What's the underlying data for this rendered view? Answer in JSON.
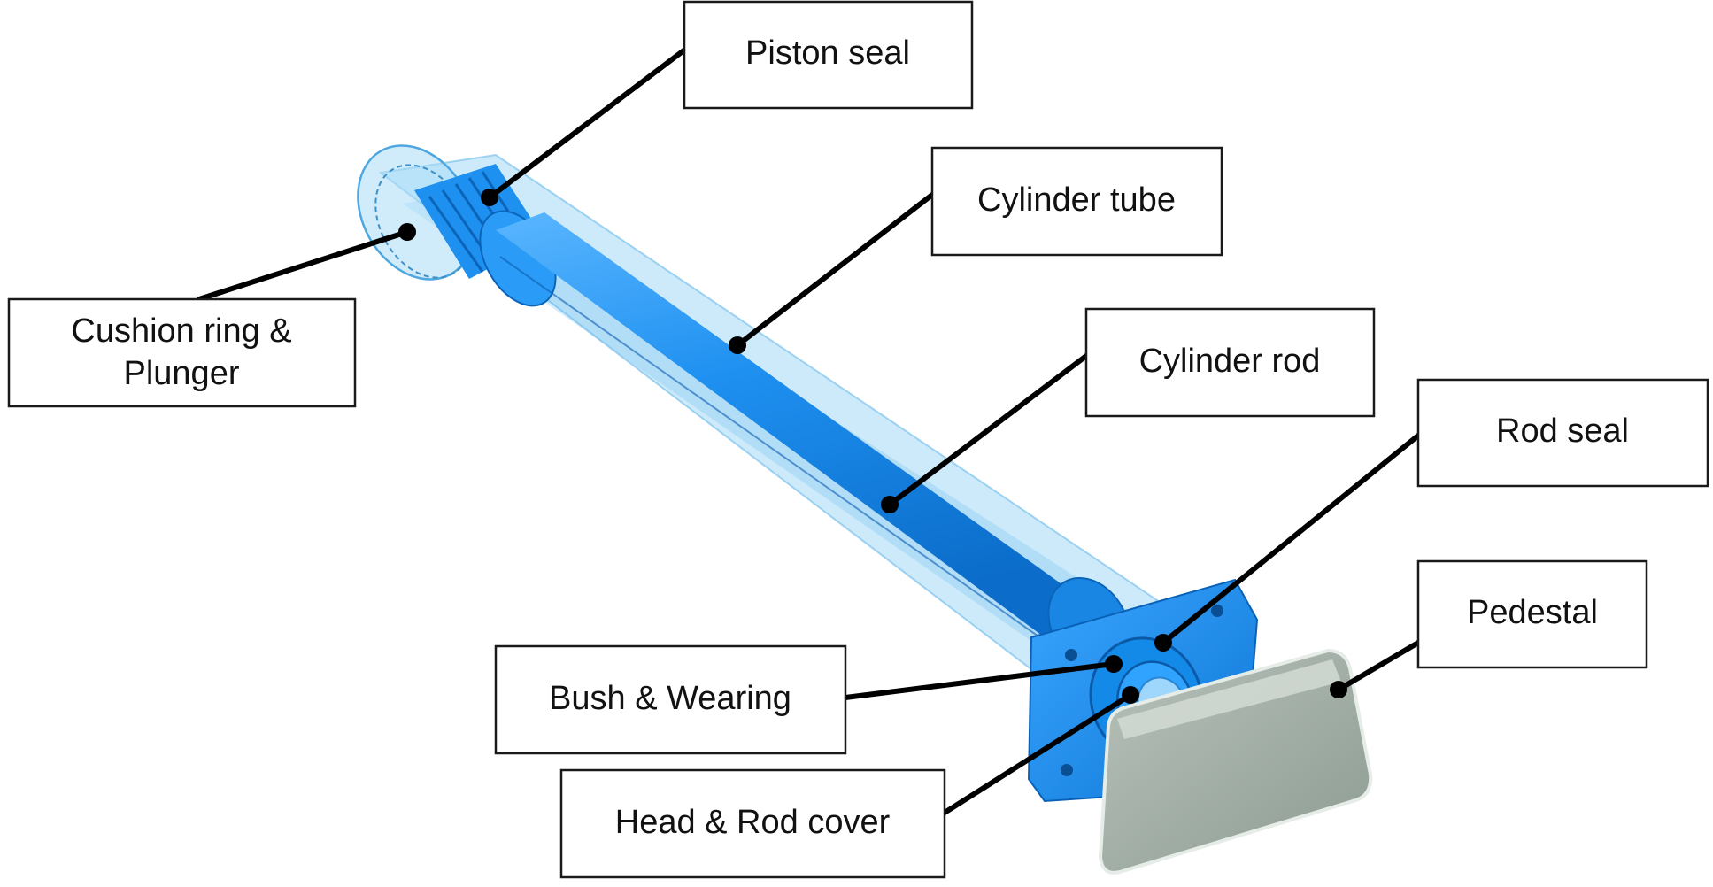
{
  "labels": {
    "piston_seal": "Piston seal",
    "cylinder_tube": "Cylinder tube",
    "cushion_line1": "Cushion ring &",
    "cushion_line2": "Plunger",
    "cylinder_rod": "Cylinder rod",
    "rod_seal": "Rod seal",
    "pedestal": "Pedestal",
    "bush_wearing": "Bush & Wearing",
    "head_rod_cover": "Head & Rod cover"
  },
  "colors": {
    "rod": "#1e90f0",
    "rod_dark": "#0a6fcf",
    "tube": "#7cc4f2",
    "flange": "#1c8ae6",
    "pedestal": "#9aa89f"
  }
}
